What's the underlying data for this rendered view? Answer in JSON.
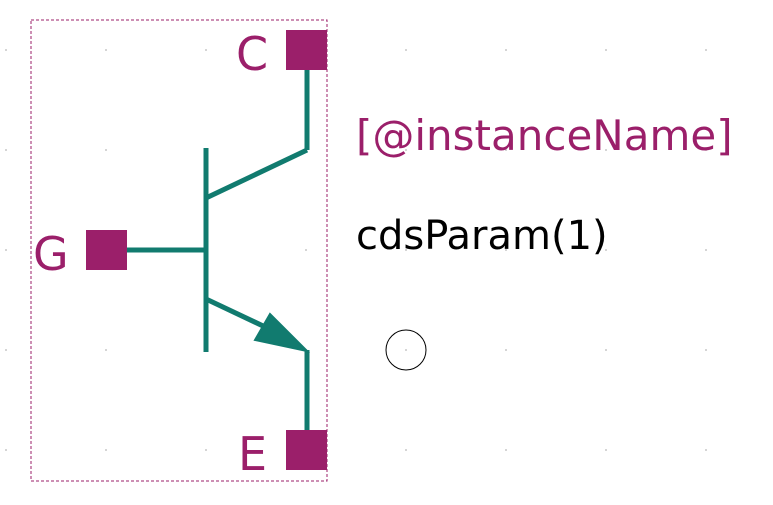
{
  "symbol": {
    "pins": [
      {
        "id": "collector",
        "label": "C"
      },
      {
        "id": "gate",
        "label": "G"
      },
      {
        "id": "emitter",
        "label": "E"
      }
    ],
    "instance_label": "[@instanceName]",
    "param_label": "cdsParam(1)"
  },
  "colors": {
    "body": "#117b6f",
    "pin": "#9b1f6a",
    "label": "#9b1f6a",
    "param_text": "#000000",
    "bbox": "#9b1f6a",
    "grid_dot": "#c8c8c8",
    "origin": "#000000"
  }
}
